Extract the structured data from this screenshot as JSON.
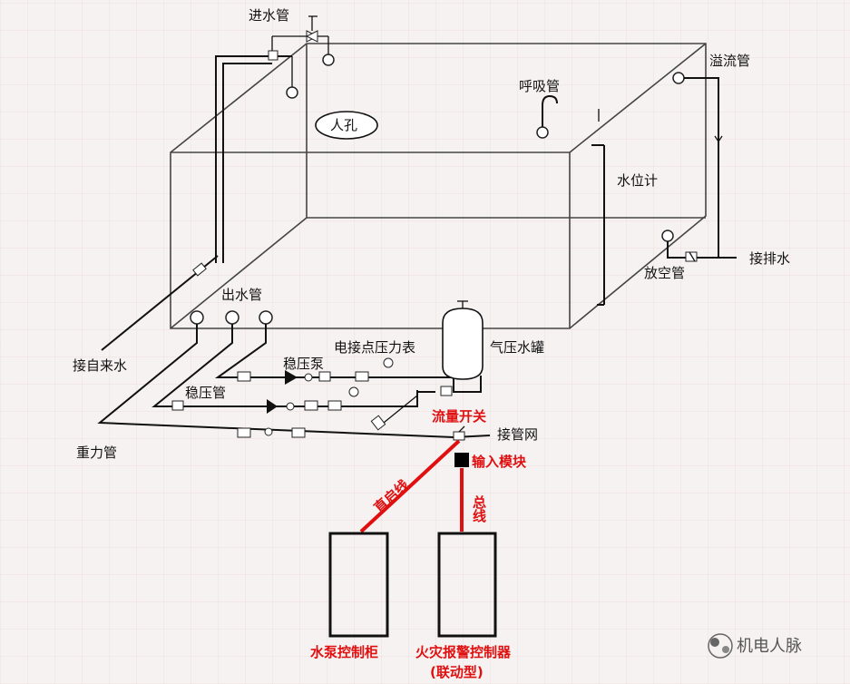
{
  "labels": {
    "inlet_pipe": "进水管",
    "breather_pipe": "呼吸管",
    "overflow_pipe": "溢流管",
    "manhole": "人孔",
    "level_gauge": "水位计",
    "drain_connection": "接排水",
    "vent_drain_pipe": "放空管",
    "outlet_pipe": "出水管",
    "city_water": "接自来水",
    "contact_pressure_gauge": "电接点压力表",
    "pressure_tank": "气压水罐",
    "stabilizing_pump": "稳压泵",
    "stabilizing_pipe": "稳压管",
    "gravity_pipe": "重力管",
    "flow_switch": "流量开关",
    "pipe_network": "接管网",
    "input_module": "输入模块",
    "direct_line": "直启线",
    "bus_line": "总线",
    "pump_cabinet": "水泵控制柜",
    "fire_controller": "火灾报警控制器",
    "linkage_type": "(联动型)",
    "watermark": "机电人脉"
  },
  "colors": {
    "accent_red": "#e01010",
    "line": "#111111",
    "background": "#f6f2f2"
  }
}
